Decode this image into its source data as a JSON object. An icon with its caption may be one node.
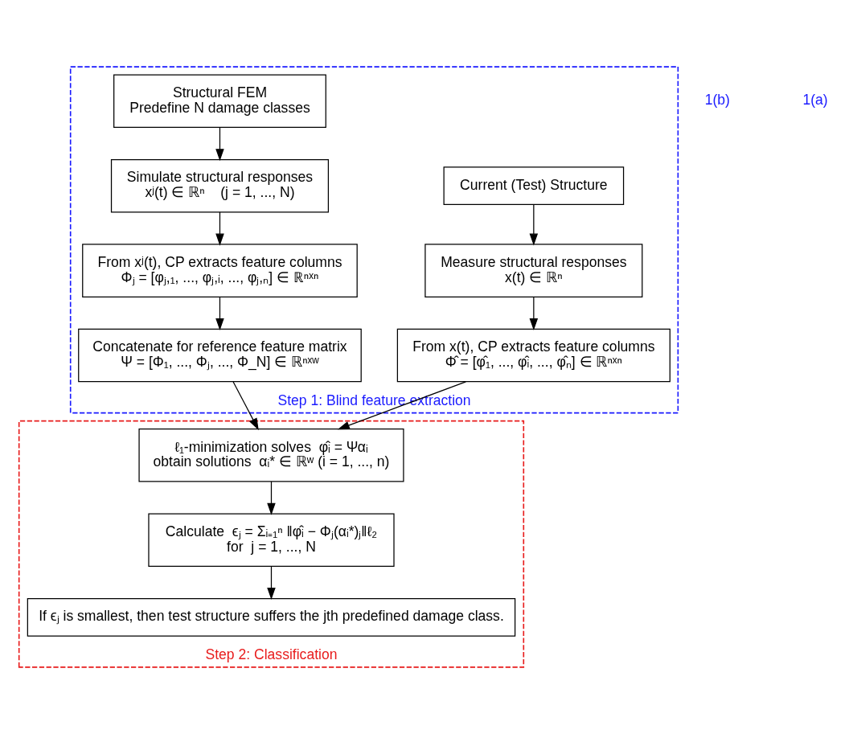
{
  "diagram": {
    "nodes": [
      {
        "text": [
          "Step 1: Blind feature extraction"
        ]
      },
      {
        "text": [
          "Current (Test) Structure"
        ],
        "in": 0
      },
      {
        "text": [
          "Measure structural responses",
          "x(t) ∈ ℝⁿ"
        ],
        "in": 0
      },
      {
        "text": [
          "From x(t), CP extracts feature columns",
          "Φ̂ = [φ̂₁, ..., φ̂ᵢ, ..., φ̂ₙ] ∈ ℝⁿˣⁿ"
        ],
        "in": 0
      },
      {
        "text": [
          "Structural FEM",
          "Predefine N damage classes"
        ],
        "in": 0
      },
      {
        "text": [
          "Simulate structural responses",
          "xʲ(t) ∈ ℝⁿ    (j = 1, ..., N)"
        ],
        "in": 0
      },
      {
        "text": [
          "From xʲ(t), CP extracts feature columns",
          "Φⱼ = [φⱼ,₁, ..., φⱼ,ᵢ, ..., φⱼ,ₙ] ∈ ℝⁿˣⁿ"
        ],
        "in": 0
      },
      {
        "text": [
          "Concatenate for reference feature matrix",
          "Ψ = [Φ₁, ..., Φⱼ, ..., Φ_N] ∈ ℝⁿˣʷ"
        ],
        "in": 0
      },
      {
        "text": [
          "Step 2: Classification"
        ]
      },
      {
        "text": [
          "ℓ₁-minimization solves  φ̂ᵢ = Ψαᵢ",
          "obtain solutions  αᵢ* ∈ ℝʷ (i = 1, ..., n)"
        ],
        "in": 8
      },
      {
        "text": [
          "Calculate  ϵⱼ = Σᵢ₌₁ⁿ ‖φ̂ᵢ − Φⱼ(αᵢ*)ⱼ‖ℓ₂",
          "for  j = 1, ..., N"
        ],
        "in": 8
      },
      {
        "text": [
          "If ϵⱼ is smallest, then test structure suffers the jth predefined damage class."
        ],
        "in": 8
      }
    ],
    "edges": [
      {
        "from": 1,
        "to": 2,
        "arrow": "to"
      },
      {
        "from": 2,
        "to": 3,
        "arrow": "to"
      },
      {
        "from": 4,
        "to": 5,
        "arrow": "to"
      },
      {
        "from": 5,
        "to": 6,
        "arrow": "to"
      },
      {
        "from": 6,
        "to": 7,
        "arrow": "to"
      },
      {
        "from": 3,
        "to": 9,
        "arrow": "to"
      },
      {
        "from": 7,
        "to": 9,
        "arrow": "to"
      },
      {
        "from": 9,
        "to": 10,
        "arrow": "to"
      },
      {
        "from": 10,
        "to": 11,
        "arrow": "to"
      }
    ],
    "labels": [
      "1(b)",
      "1(a)"
    ]
  }
}
